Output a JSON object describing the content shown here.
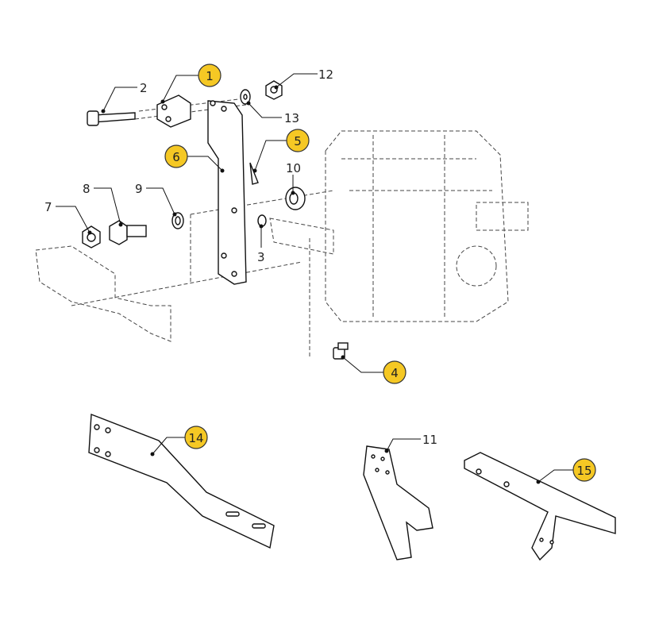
{
  "colors": {
    "callout_fill": "#f5c824",
    "callout_stroke": "#333333",
    "line": "#111111"
  },
  "callouts": [
    {
      "id": "1",
      "text": "1",
      "highlighted": true
    },
    {
      "id": "2",
      "text": "2",
      "highlighted": false
    },
    {
      "id": "3",
      "text": "3",
      "highlighted": false
    },
    {
      "id": "4",
      "text": "4",
      "highlighted": true
    },
    {
      "id": "5",
      "text": "5",
      "highlighted": true
    },
    {
      "id": "6",
      "text": "6",
      "highlighted": true
    },
    {
      "id": "7",
      "text": "7",
      "highlighted": false
    },
    {
      "id": "8",
      "text": "8",
      "highlighted": false
    },
    {
      "id": "9",
      "text": "9",
      "highlighted": false
    },
    {
      "id": "10",
      "text": "10",
      "highlighted": false
    },
    {
      "id": "11",
      "text": "11",
      "highlighted": false
    },
    {
      "id": "12",
      "text": "12",
      "highlighted": false
    },
    {
      "id": "13",
      "text": "13",
      "highlighted": false
    },
    {
      "id": "14",
      "text": "14",
      "highlighted": true
    },
    {
      "id": "15",
      "text": "15",
      "highlighted": true
    }
  ]
}
